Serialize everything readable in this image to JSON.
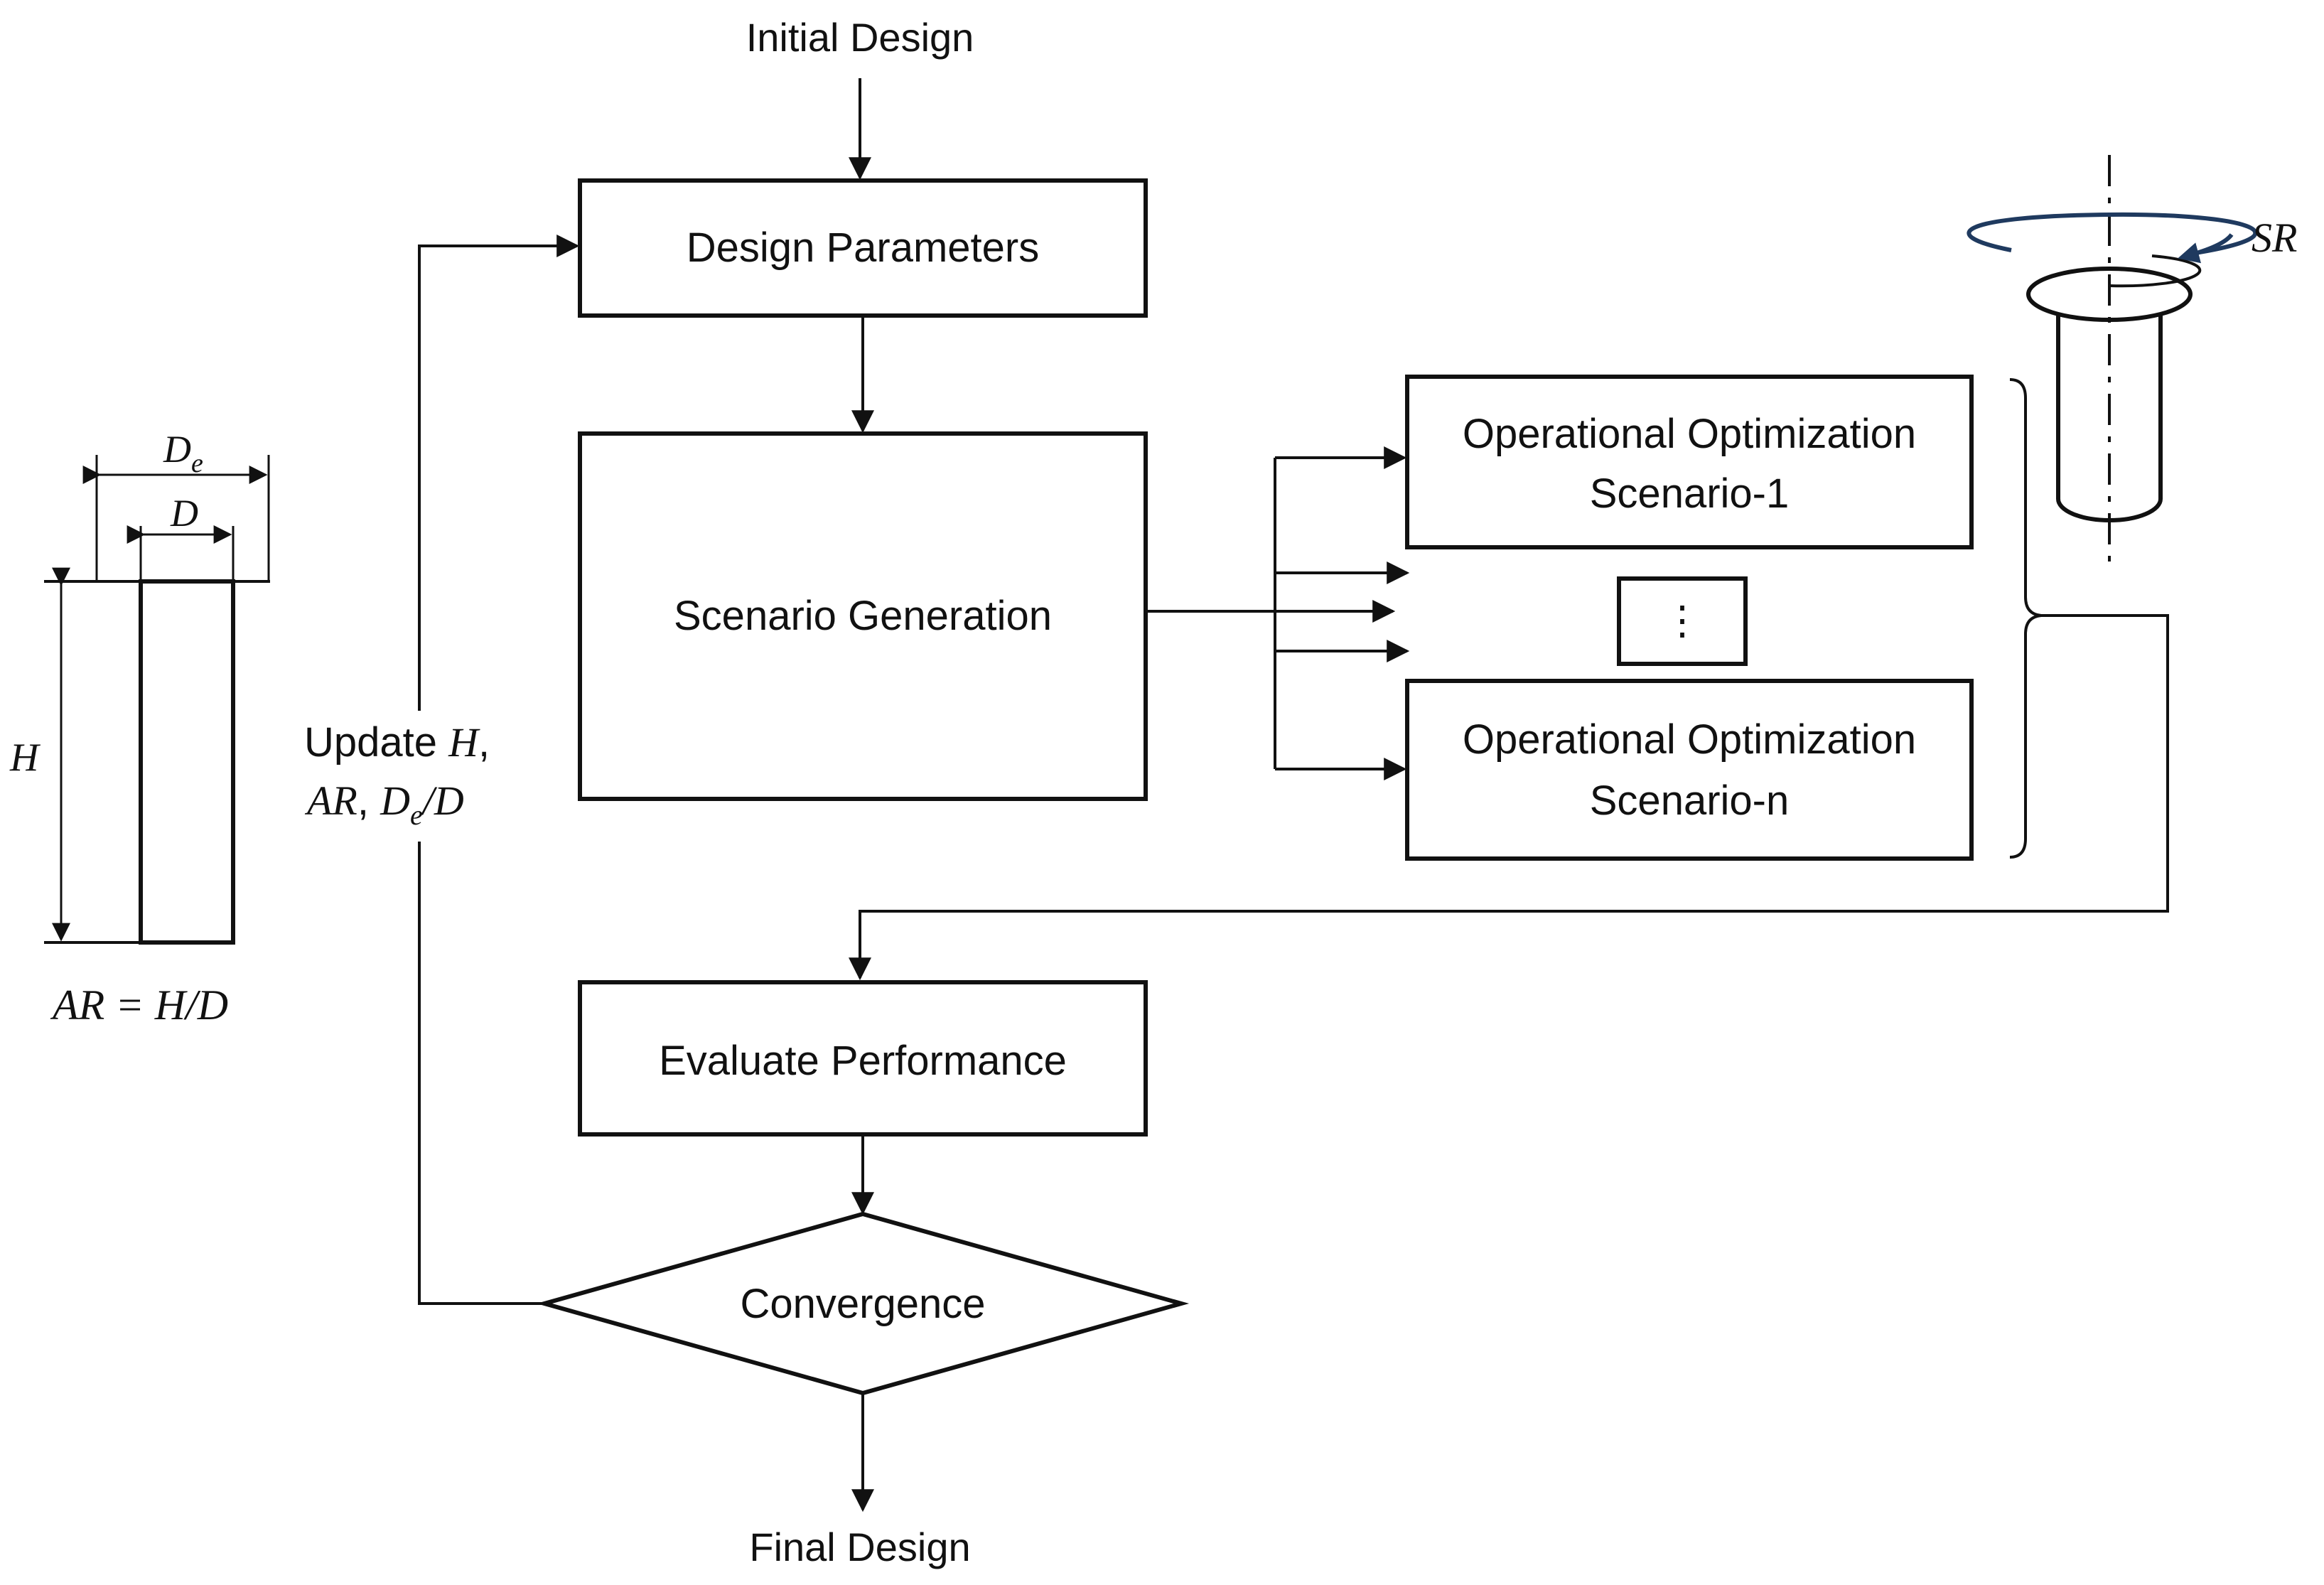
{
  "flow": {
    "initial_design": "Initial Design",
    "design_parameters": "Design Parameters",
    "scenario_generation": "Scenario Generation",
    "op_scenario_1_line1": "Operational Optimization",
    "op_scenario_1_line2": "Scenario-1",
    "op_dots": "⋮",
    "op_scenario_n_line1": "Operational Optimization",
    "op_scenario_n_line2": "Scenario-n",
    "evaluate_performance": "Evaluate Performance",
    "convergence": "Convergence",
    "final_design": "Final Design"
  },
  "feedback": {
    "line1_text": "Update ",
    "line1_var": "H",
    "line1_comma": ",",
    "line2_ar": "AR",
    "line2_comma": ", ",
    "line2_d": "D",
    "line2_sub": "e",
    "line2_rest": "/D"
  },
  "column_sketch": {
    "de_main": "D",
    "de_sub": "e",
    "d_label": "D",
    "h_label": "H",
    "ar_formula": "AR = H/D"
  },
  "stirrer": {
    "sr_label": "SR"
  },
  "colors": {
    "line": "#111111",
    "rotation_arrow": "#1f3a5f"
  }
}
